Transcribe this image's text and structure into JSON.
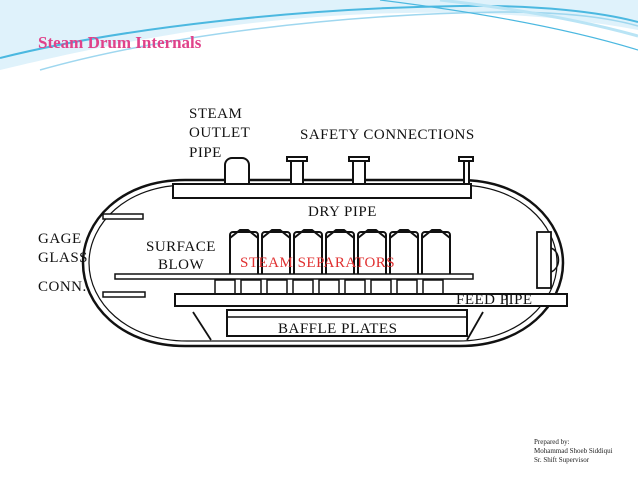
{
  "slide": {
    "title": "Steam Drum Internals",
    "accent_color": "#e0428a",
    "swoosh_color": "#4bb8e0"
  },
  "diagram": {
    "labels": {
      "steam_outlet_1": "STEAM",
      "steam_outlet_2": "OUTLET",
      "steam_outlet_3": "PIPE",
      "safety_connections": "SAFETY CONNECTIONS",
      "dry_pipe": "DRY PIPE",
      "gage_1": "GAGE",
      "gage_2": "GLASS",
      "gage_3": "CONN.",
      "surface_blow_1": "SURFACE",
      "surface_blow_2": "BLOW",
      "steam_separators": "STEAM SEPARATORS",
      "feed_pipe": "FEED PIPE",
      "baffle_plates": "BAFFLE PLATES"
    },
    "highlight_color": "#e03030"
  },
  "credit": {
    "line1": "Prepared by:",
    "line2": "Mohammad Shoeb Siddiqui",
    "line3": "Sr. Shift Supervisor"
  }
}
